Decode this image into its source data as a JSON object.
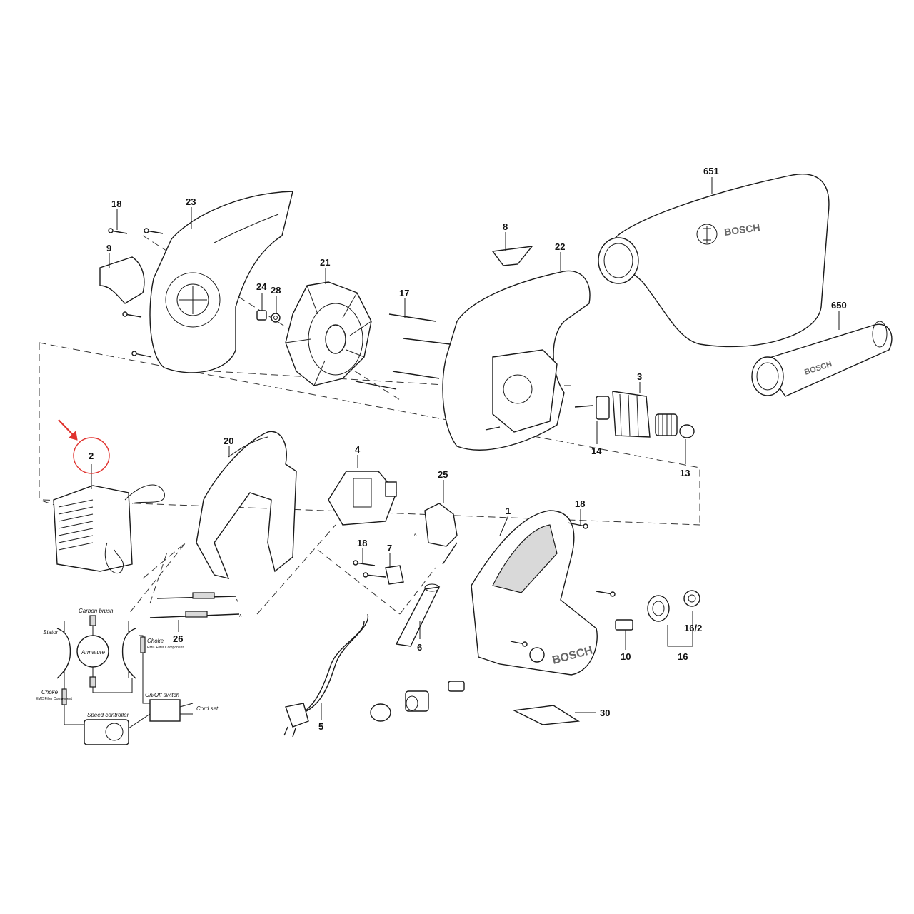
{
  "brand": "BOSCH",
  "highlight_color": "#e0332f",
  "part_numbers": {
    "p651": "651",
    "p650": "650",
    "p18a": "18",
    "p23": "23",
    "p9": "9",
    "p24": "24",
    "p28": "28",
    "p21": "21",
    "p17": "17",
    "p8": "8",
    "p22": "22",
    "p3": "3",
    "p14": "14",
    "p13": "13",
    "p2": "2",
    "p20": "20",
    "p4": "4",
    "p25": "25",
    "p1": "1",
    "p18b": "18",
    "p18c": "18",
    "p7": "7",
    "p6": "6",
    "p26": "26",
    "p5": "5",
    "p10": "10",
    "p16": "16",
    "p16_2": "16/2",
    "p30": "30"
  },
  "wiring": {
    "carbon_brush": "Carbon brush",
    "stator": "Stator",
    "armature": "Armature",
    "choke_right": "Choke",
    "choke_right_sub": "EMC Filter Component",
    "choke_left": "Choke",
    "choke_left_sub": "EMC Filter Component",
    "on_off_switch": "On/Off switch",
    "cord_set": "Cord set",
    "speed_controller": "Speed controller"
  },
  "markers": {
    "a1": "A",
    "a2": "A",
    "a3": "A"
  }
}
